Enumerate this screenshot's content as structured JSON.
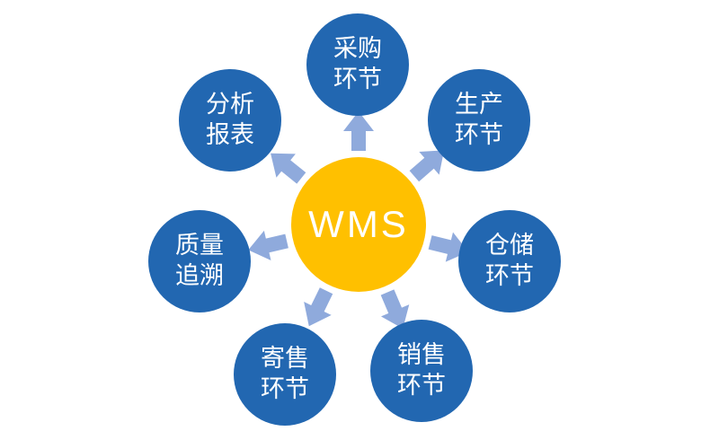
{
  "diagram": {
    "title": "WMS radial process diagram",
    "center": {
      "label": "WMS",
      "color": "#FFC000",
      "text_color": "#FFFFFF"
    },
    "nodes": [
      {
        "id": "procurement",
        "label": "采购\n环节"
      },
      {
        "id": "production",
        "label": "生产\n环节"
      },
      {
        "id": "warehousing",
        "label": "仓储\n环节"
      },
      {
        "id": "sales",
        "label": "销售\n环节"
      },
      {
        "id": "consignment",
        "label": "寄售\n环节"
      },
      {
        "id": "quality-trace",
        "label": "质量\n追溯"
      },
      {
        "id": "analysis",
        "label": "分析\n报表"
      }
    ],
    "colors": {
      "node": "#2267B1",
      "node_text": "#FFFFFF",
      "arrow": "#8FAADC",
      "background": "#FFFFFF"
    }
  }
}
